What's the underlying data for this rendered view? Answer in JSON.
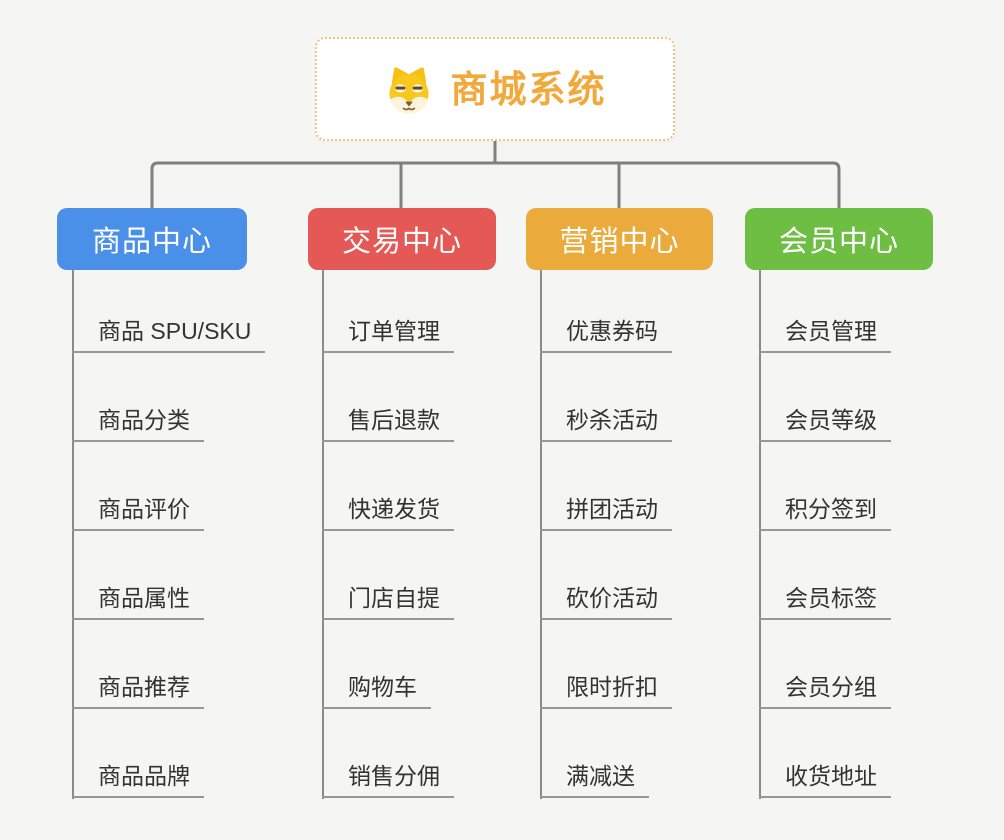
{
  "page": {
    "background": "#F5F5F4",
    "connector_color": "#7F7F7F",
    "underline_color": "#979797"
  },
  "root": {
    "title": "商城系统",
    "icon": "dog-icon",
    "title_color": "#F2A93B",
    "border_color": "#F2C27A"
  },
  "branches": [
    {
      "label": "商品中心",
      "color": "#4A8FE8",
      "items": [
        "商品 SPU/SKU",
        "商品分类",
        "商品评价",
        "商品属性",
        "商品推荐",
        "商品品牌"
      ]
    },
    {
      "label": "交易中心",
      "color": "#E45855",
      "items": [
        "订单管理",
        "售后退款",
        "快递发货",
        "门店自提",
        "购物车",
        "销售分佣"
      ]
    },
    {
      "label": "营销中心",
      "color": "#EBAB3C",
      "items": [
        "优惠券码",
        "秒杀活动",
        "拼团活动",
        "砍价活动",
        "限时折扣",
        "满减送"
      ]
    },
    {
      "label": "会员中心",
      "color": "#6FBE44",
      "items": [
        "会员管理",
        "会员等级",
        "积分签到",
        "会员标签",
        "会员分组",
        "收货地址"
      ]
    }
  ]
}
